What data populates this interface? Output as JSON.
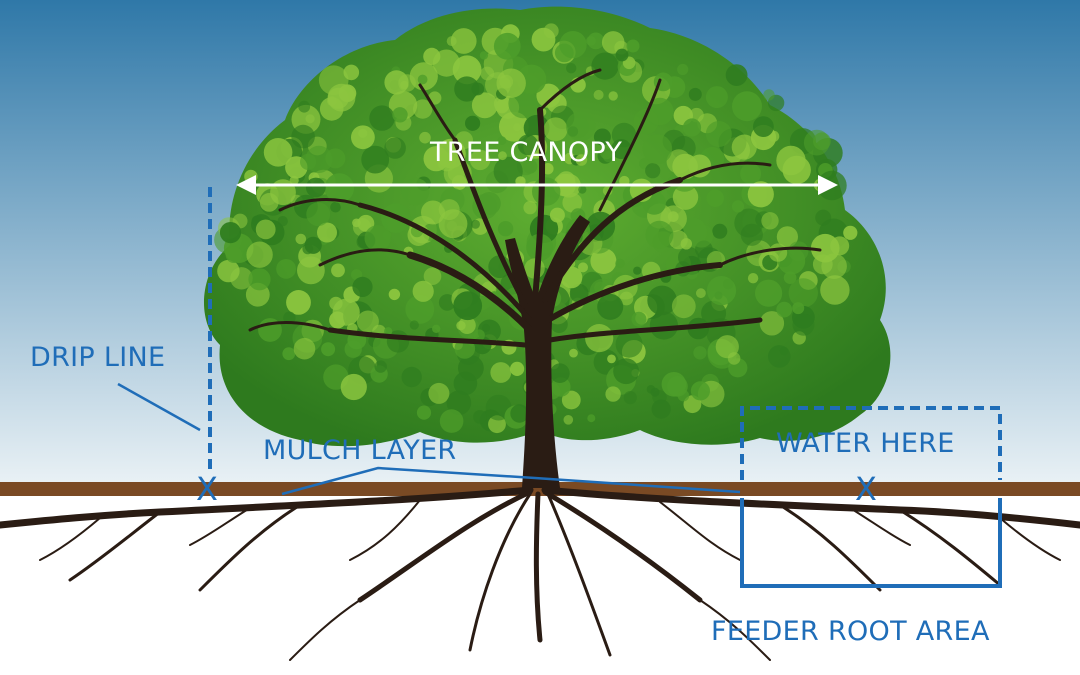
{
  "labels": {
    "tree_canopy": "TREE CANOPY",
    "drip_line": "DRIP LINE",
    "mulch_layer": "MULCH LAYER",
    "water_here": "WATER HERE",
    "feeder_root_area": "FEEDER ROOT AREA",
    "x_drip": "X",
    "x_water": "X"
  },
  "colors": {
    "sky_top": "#2f78a8",
    "sky_bottom": "#e9f1f5",
    "ground": "#ffffff",
    "mulch": "#7a4a24",
    "trunk": "#2a1c14",
    "leaf_dark": "#2f7d1f",
    "leaf_mid": "#4d9d2a",
    "leaf_light": "#8cc63f",
    "accent_blue": "#1f6db8",
    "canopy_text": "#ffffff"
  },
  "icons": {
    "tree": "tree-illustration",
    "arrow": "double-arrow",
    "marker": "x-marker"
  }
}
